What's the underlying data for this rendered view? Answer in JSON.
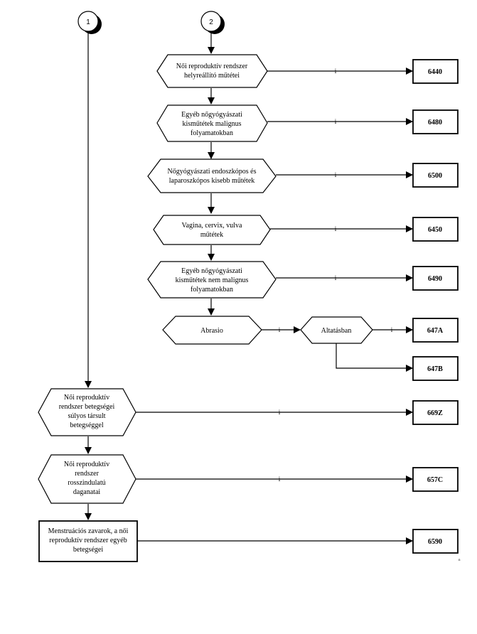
{
  "connectors": [
    {
      "id": "c1",
      "label": "1"
    },
    {
      "id": "c2",
      "label": "2"
    }
  ],
  "decisions": [
    {
      "id": "d1",
      "lines": [
        "Női reproduktív rendszer",
        "helyreállító műtétei"
      ],
      "edge": "i",
      "code": "6440"
    },
    {
      "id": "d2",
      "lines": [
        "Egyéb nőgyógyászati",
        "kisműtétek malignus",
        "folyamatokban"
      ],
      "edge": "i",
      "code": "6480"
    },
    {
      "id": "d3",
      "lines": [
        "Nőgyógyászati endoszkópos és",
        "laparoszkópos kisebb műtétek"
      ],
      "edge": "i",
      "code": "6500"
    },
    {
      "id": "d4",
      "lines": [
        "Vagina, cervix, vulva",
        "műtétek"
      ],
      "edge": "i",
      "code": "6450"
    },
    {
      "id": "d5",
      "lines": [
        "Egyéb nőgyógyászati",
        "kisműtétek nem malignus",
        "folyamatokban"
      ],
      "edge": "i",
      "code": "6490"
    },
    {
      "id": "d6",
      "lines": [
        "Abrasio"
      ],
      "edge": "i",
      "code": ""
    },
    {
      "id": "d7",
      "lines": [
        "Altatásban"
      ],
      "edge": "i",
      "code": "647A",
      "code_no": "647B"
    },
    {
      "id": "d8",
      "lines": [
        "Női reproduktív",
        "rendszer betegségei",
        "súlyos társult",
        "betegséggel"
      ],
      "edge": "i",
      "code": "669Z"
    },
    {
      "id": "d9",
      "lines": [
        "Női reproduktív",
        "rendszer",
        "rosszindulatú",
        "daganatai"
      ],
      "edge": "i",
      "code": "657C"
    }
  ],
  "process": {
    "id": "p1",
    "lines": [
      "Menstruációs zavarok, a női",
      "reproduktív rendszer egyéb",
      "betegségei"
    ],
    "code": "6590"
  },
  "footnote": "n"
}
